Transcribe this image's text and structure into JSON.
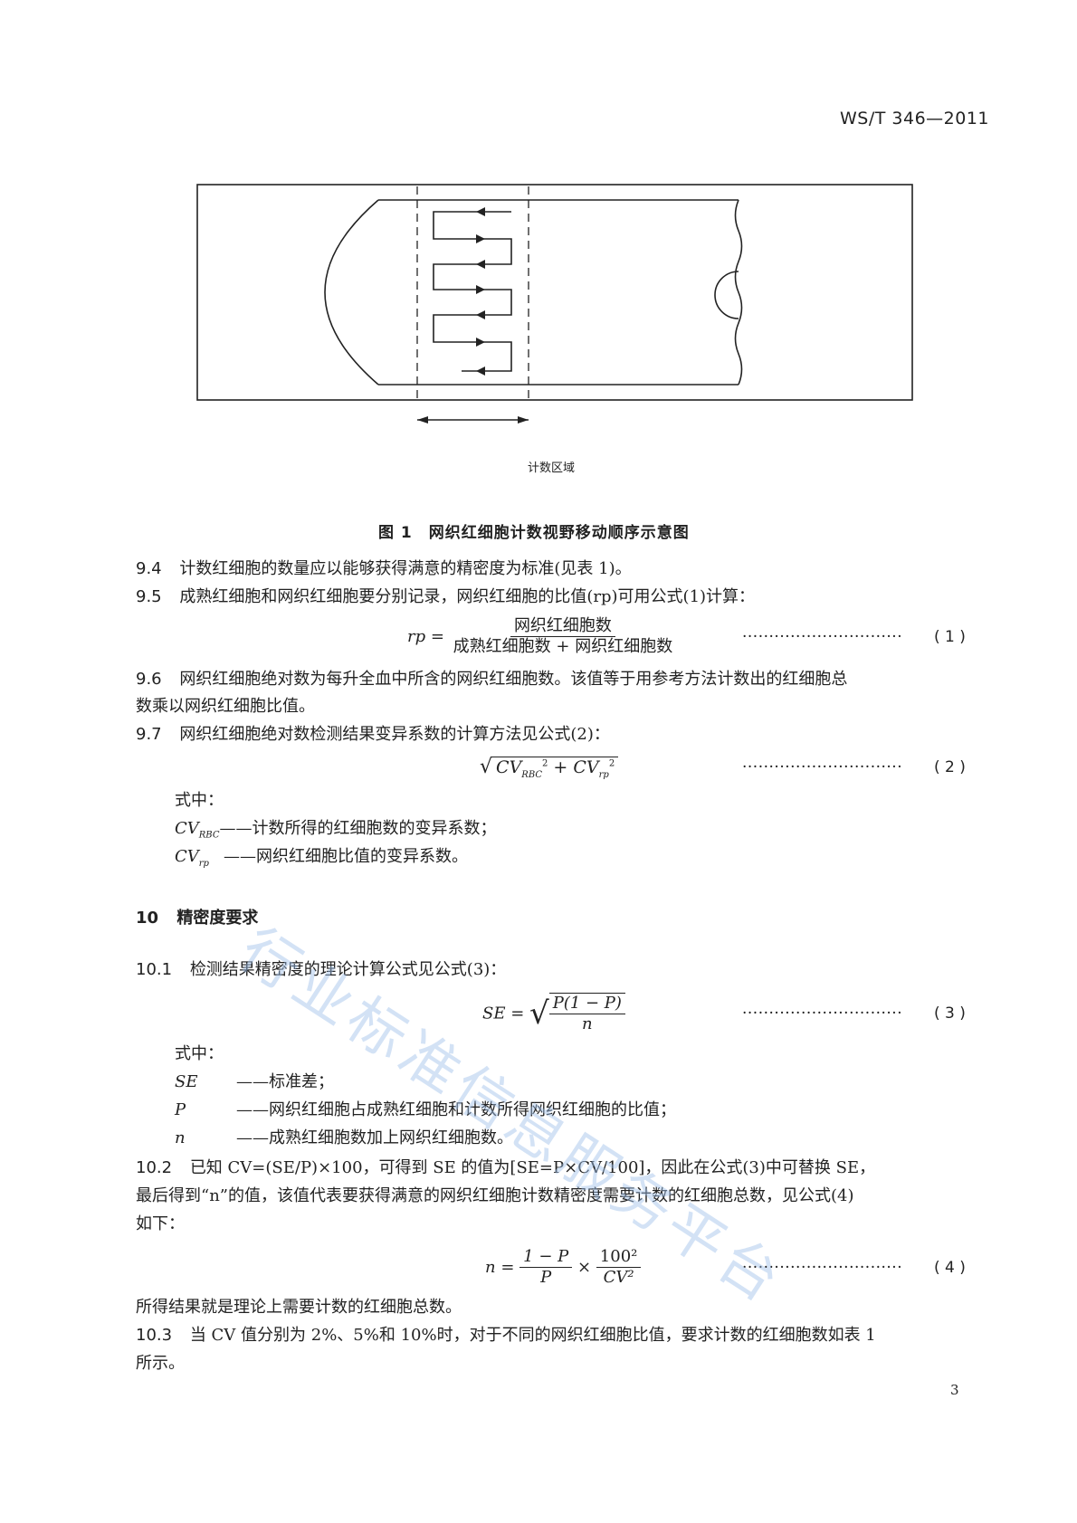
{
  "header": {
    "standard_code": "WS/T 346—2011"
  },
  "figure": {
    "area_label": "计数区域",
    "title": "图 1　网织红细胞计数视野移动顺序示意图"
  },
  "clauses": {
    "c94": {
      "num": "9.4",
      "text": "计数红细胞的数量应以能够获得满意的精密度为标准(见表 1)。"
    },
    "c95": {
      "num": "9.5",
      "text": "成熟红细胞和网织红细胞要分别记录，网织红细胞的比值(rp)可用公式(1)计算："
    },
    "c96": {
      "num": "9.6",
      "text_line1": "网织红细胞绝对数为每升全血中所含的网织红细胞数。该值等于用参考方法计数出的红细胞总",
      "text_line2": "数乘以网织红细胞比值。"
    },
    "c97": {
      "num": "9.7",
      "text": "网织红细胞绝对数检测结果变异系数的计算方法见公式(2)："
    }
  },
  "formula1": {
    "lhs": "rp =",
    "numerator": "网织红细胞数",
    "denominator": "成熟红细胞数 + 网织红细胞数",
    "dots": "······························",
    "ref": "( 1 )"
  },
  "formula2": {
    "expr_cv": "CV",
    "sub1": "RBC",
    "sub2": "rp",
    "sup": "2",
    "plus": " + ",
    "dots": "······························",
    "ref": "( 2 )"
  },
  "where1": {
    "label": "式中：",
    "items": [
      {
        "symbol": "CV",
        "sub": "RBC",
        "desc": "——计数所得的红细胞数的变异系数；"
      },
      {
        "symbol": "CV",
        "sub": "rp",
        "desc": "——网织红细胞比值的变异系数。"
      }
    ]
  },
  "section10": {
    "num": "10",
    "title": "精密度要求"
  },
  "c101": {
    "num": "10.1",
    "text": "检测结果精密度的理论计算公式见公式(3)："
  },
  "formula3": {
    "lhs": "SE =",
    "numerator": "P(1 − P)",
    "denominator": "n",
    "dots": "······························",
    "ref": "( 3 )"
  },
  "where2": {
    "label": "式中：",
    "items": [
      {
        "symbol": "SE",
        "desc": "——标准差；"
      },
      {
        "symbol": "P",
        "desc": "——网织红细胞占成熟红细胞和计数所得网织红细胞的比值；"
      },
      {
        "symbol": "n",
        "desc": "——成熟红细胞数加上网织红细胞数。"
      }
    ]
  },
  "c102": {
    "num": "10.2",
    "line1": "已知 CV=(SE/P)×100，可得到 SE 的值为[SE=P×CV/100]，因此在公式(3)中可替换 SE，",
    "line2": "最后得到“n”的值，该值代表要获得满意的网织红细胞计数精密度需要计数的红细胞总数，见公式(4)",
    "line3": "如下："
  },
  "formula4": {
    "lhs": "n =",
    "f1_num": "1 − P",
    "f1_den": "P",
    "times": "×",
    "f2_num": "100²",
    "f2_den": "CV²",
    "dots": "······························",
    "ref": "( 4 )"
  },
  "after4": "所得结果就是理论上需要计数的红细胞总数。",
  "c103": {
    "num": "10.3",
    "line1": "当 CV 值分别为 2%、5%和 10%时，对于不同的网织红细胞比值，要求计数的红细胞数如表 1",
    "line2": "所示。"
  },
  "page_number": "3",
  "watermark": "行业标准信息服务平台"
}
